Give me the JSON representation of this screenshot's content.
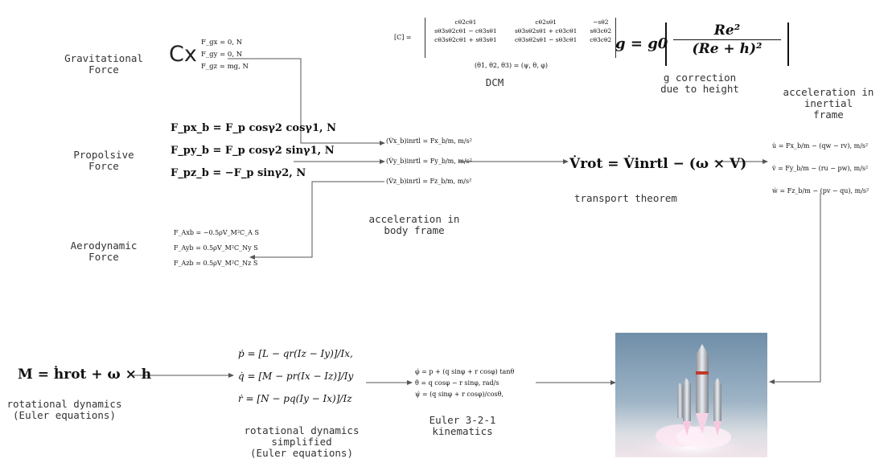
{
  "labels": {
    "grav": [
      "Gravitational",
      "Force"
    ],
    "prop": [
      "Propolsive",
      "Force"
    ],
    "aero": [
      "Aerodynamic",
      "Force"
    ],
    "dcm": "DCM",
    "gcorr": [
      "g correction",
      "due to height"
    ],
    "accel_inertial": [
      "acceleration in",
      "inertial",
      "frame"
    ],
    "accel_body": [
      "acceleration in",
      "body frame"
    ],
    "transport": "transport theorem",
    "rot_dyn": [
      "rotational dynamics",
      "(Euler equations)"
    ],
    "rot_simpl": [
      "rotational dynamics",
      "simplified",
      "(Euler equations)"
    ],
    "euler321": [
      "Euler 3-2-1",
      "kinematics"
    ]
  },
  "equations": {
    "cx": "Cx",
    "grav": [
      "F_gx = 0, N",
      "F_gy = 0, N",
      "F_gz = mg, N"
    ],
    "prop": [
      "F_px_b = F_p cosγ2 cosγ1, N",
      "F_py_b = F_p cosγ2 sinγ1, N",
      "F_pz_b = −F_p sinγ2, N"
    ],
    "aero": [
      "F_Axb = −0.5ρV_M²C_A S",
      "F_Ayb = 0.5ρV_M²C_Ny S",
      "F_Azb = 0.5ρV_M²C_Nz S"
    ],
    "dcm_lhs": "[C] =",
    "dcm_rows": [
      [
        "cθ2cθ1",
        "cθ2sθ1",
        "−sθ2"
      ],
      [
        "sθ3sθ2cθ1 − cθ3sθ1",
        "sθ3sθ2sθ1 + cθ3cθ1",
        "sθ3cθ2"
      ],
      [
        "cθ3sθ2cθ1 + sθ3sθ1",
        "cθ3sθ2sθ1 − sθ3cθ1",
        "cθ3cθ2"
      ]
    ],
    "dcm_angles": "(θ1, θ2, θ3) = (ψ, θ, φ)",
    "g_lhs": "g = g0",
    "g_num": "Re²",
    "g_den": "(Re + h)²",
    "body_accel": [
      "(V̇x_b)inrtl = Fx_b/m, m/s²",
      "(V̇y_b)inrtl = Fy_b/m, m/s²",
      "(V̇z_b)inrtl = Fz_b/m, m/s²"
    ],
    "transport": "V̇rot = V̇inrtl − (ω × V)",
    "inertial_accel": [
      "u̇ = Fx_b/m − (qw − rv), m/s²",
      "v̇ = Fy_b/m − (ru − pw), m/s²",
      "ẇ = Fz_b/m − (pv − qu), m/s²"
    ],
    "euler_moment": "M = ḣrot + ω × h",
    "rot_simpl": [
      "ṗ = [L − qr(Iz − Iy)]/Ix,",
      "q̇ = [M − pr(Ix − Iz)]/Iy",
      "ṙ = [N − pq(Iy − Ix)]/Iz"
    ],
    "kin": [
      "φ̇ = p + (q sinφ + r cosφ) tanθ",
      "θ̇ = q cosφ − r sinφ, rad/s",
      "ψ̇ = (q sinφ + r cosφ)/cosθ,"
    ]
  }
}
